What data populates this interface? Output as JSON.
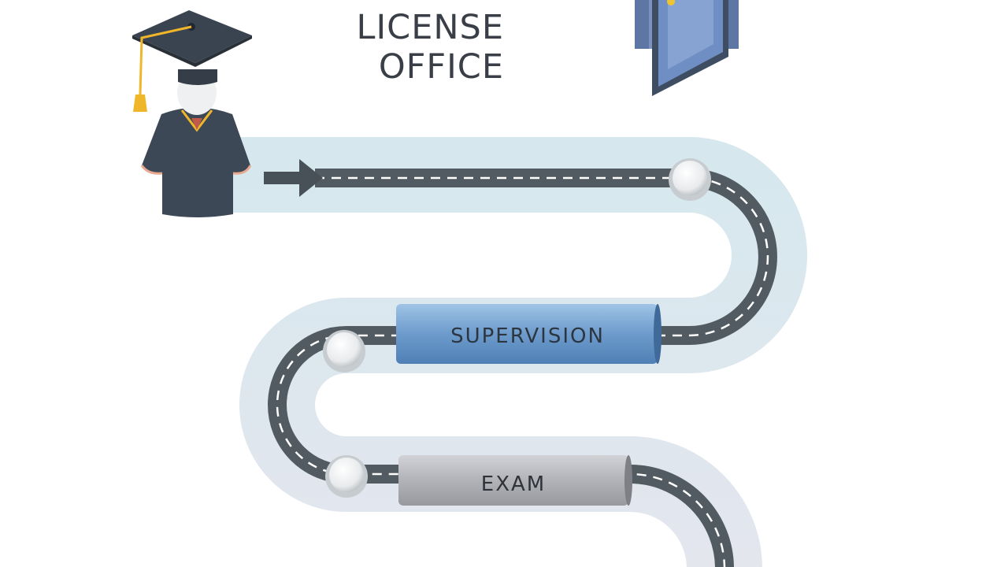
{
  "title": {
    "line1": "LICENSE",
    "line2": "OFFICE"
  },
  "steps": {
    "supervision": "SUPERVISION",
    "exam": "EXAM"
  },
  "colors": {
    "path_band_top": "#d6e8ee",
    "path_band_bottom": "#e4e6ee",
    "road": "#515b61",
    "road_dash": "#ffffff",
    "supervision_bar": "#5f8fc2",
    "exam_bar": "#a6a8ae",
    "gown": "#3d4856",
    "tassel": "#f0b62a",
    "door": "#6e88b6"
  },
  "icons": [
    "graduate-icon",
    "door-icon",
    "arrow-icon"
  ]
}
